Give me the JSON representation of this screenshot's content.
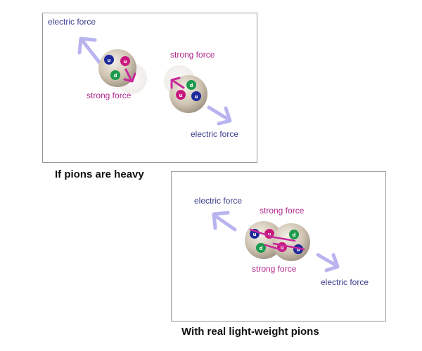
{
  "colors": {
    "electric_arrow": "#b8b4f0",
    "electric_text": "#3c3c8c",
    "strong": "#c8289c",
    "nucleon": "#c9bfb0",
    "quark_blue": "#1e2a9c",
    "quark_magenta": "#c8187e",
    "quark_green": "#1c9a4c"
  },
  "top_panel": {
    "labels": {
      "electric_left": "electric force",
      "strong_right": "strong force",
      "strong_left": "strong force",
      "electric_right": "electric force"
    },
    "nucleon_left_quarks": [
      "u",
      "u",
      "d"
    ],
    "nucleon_right_quarks": [
      "d",
      "u",
      "u"
    ]
  },
  "bottom_panel": {
    "labels": {
      "electric_left": "electric force",
      "strong_top": "strong force",
      "strong_bottom": "strong force",
      "electric_right": "electric force"
    },
    "nucleon_left_quarks": [
      "u",
      "u",
      "d"
    ],
    "nucleon_right_quarks": [
      "d",
      "u",
      "u"
    ]
  },
  "captions": {
    "heavy": "If pions are heavy",
    "light": "With real light-weight pions"
  }
}
